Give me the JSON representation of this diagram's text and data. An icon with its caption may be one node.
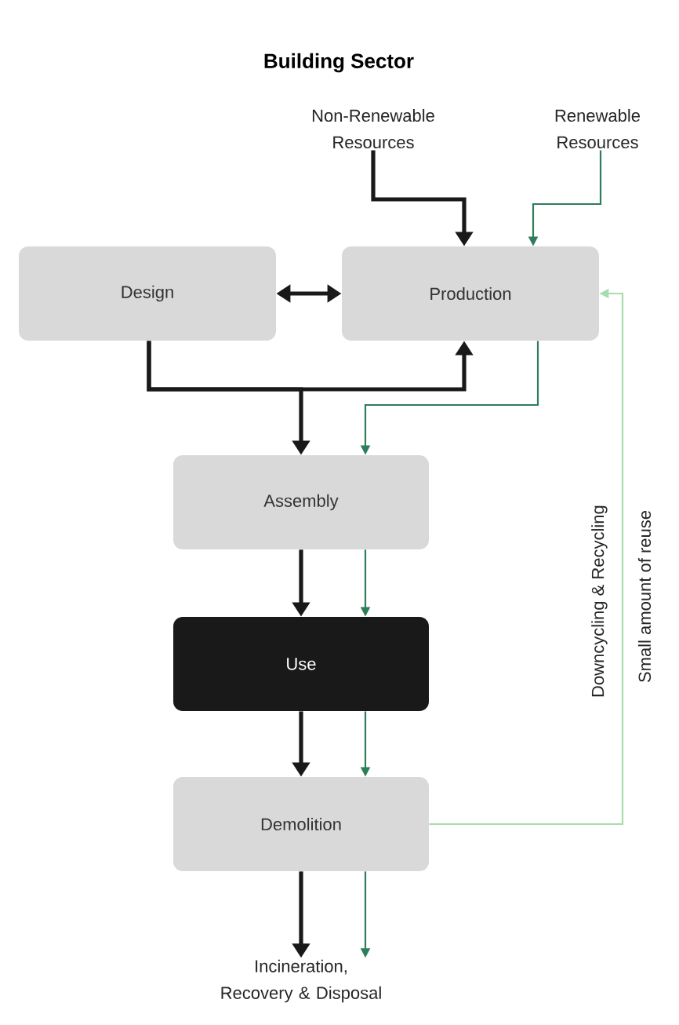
{
  "diagram": {
    "title": "Building Sector",
    "nodes": [
      {
        "text": [
          "Non-Renewable Resources"
        ]
      },
      {
        "text": [
          "Renewable Resources"
        ]
      },
      {
        "text": [
          "Design"
        ]
      },
      {
        "text": [
          "Production"
        ]
      },
      {
        "text": [
          "Assembly"
        ]
      },
      {
        "text": [
          "Use"
        ]
      },
      {
        "text": [
          "Demolition"
        ]
      },
      {
        "text": [
          "Incineration, Recovery & Disposal"
        ]
      }
    ],
    "edges": [
      {
        "from": 0,
        "to": 3,
        "arrow": "to"
      },
      {
        "from": 1,
        "to": 3,
        "arrow": "to",
        "color": "#2e7d5b"
      },
      {
        "from": 2,
        "to": 3,
        "arrow": "both"
      },
      {
        "from": 2,
        "to": 3,
        "arrow": "to"
      },
      {
        "from": 2,
        "to": 4,
        "arrow": "to"
      },
      {
        "from": 3,
        "to": 4,
        "arrow": "to",
        "color": "#2e7d5b"
      },
      {
        "from": 4,
        "to": 5,
        "arrow": "to"
      },
      {
        "from": 4,
        "to": 5,
        "arrow": "to",
        "color": "#2e7d5b"
      },
      {
        "from": 5,
        "to": 6,
        "arrow": "to"
      },
      {
        "from": 5,
        "to": 6,
        "arrow": "to",
        "color": "#2e7d5b"
      },
      {
        "from": 6,
        "to": 7,
        "arrow": "to"
      },
      {
        "from": 6,
        "to": 7,
        "arrow": "to",
        "color": "#2e7d5b"
      },
      {
        "from": 6,
        "to": 3,
        "arrow": "to",
        "color": "#a8dcae",
        "label": "Downcycling & Recycling"
      }
    ],
    "labels": [
      "Small amount of reuse"
    ]
  }
}
